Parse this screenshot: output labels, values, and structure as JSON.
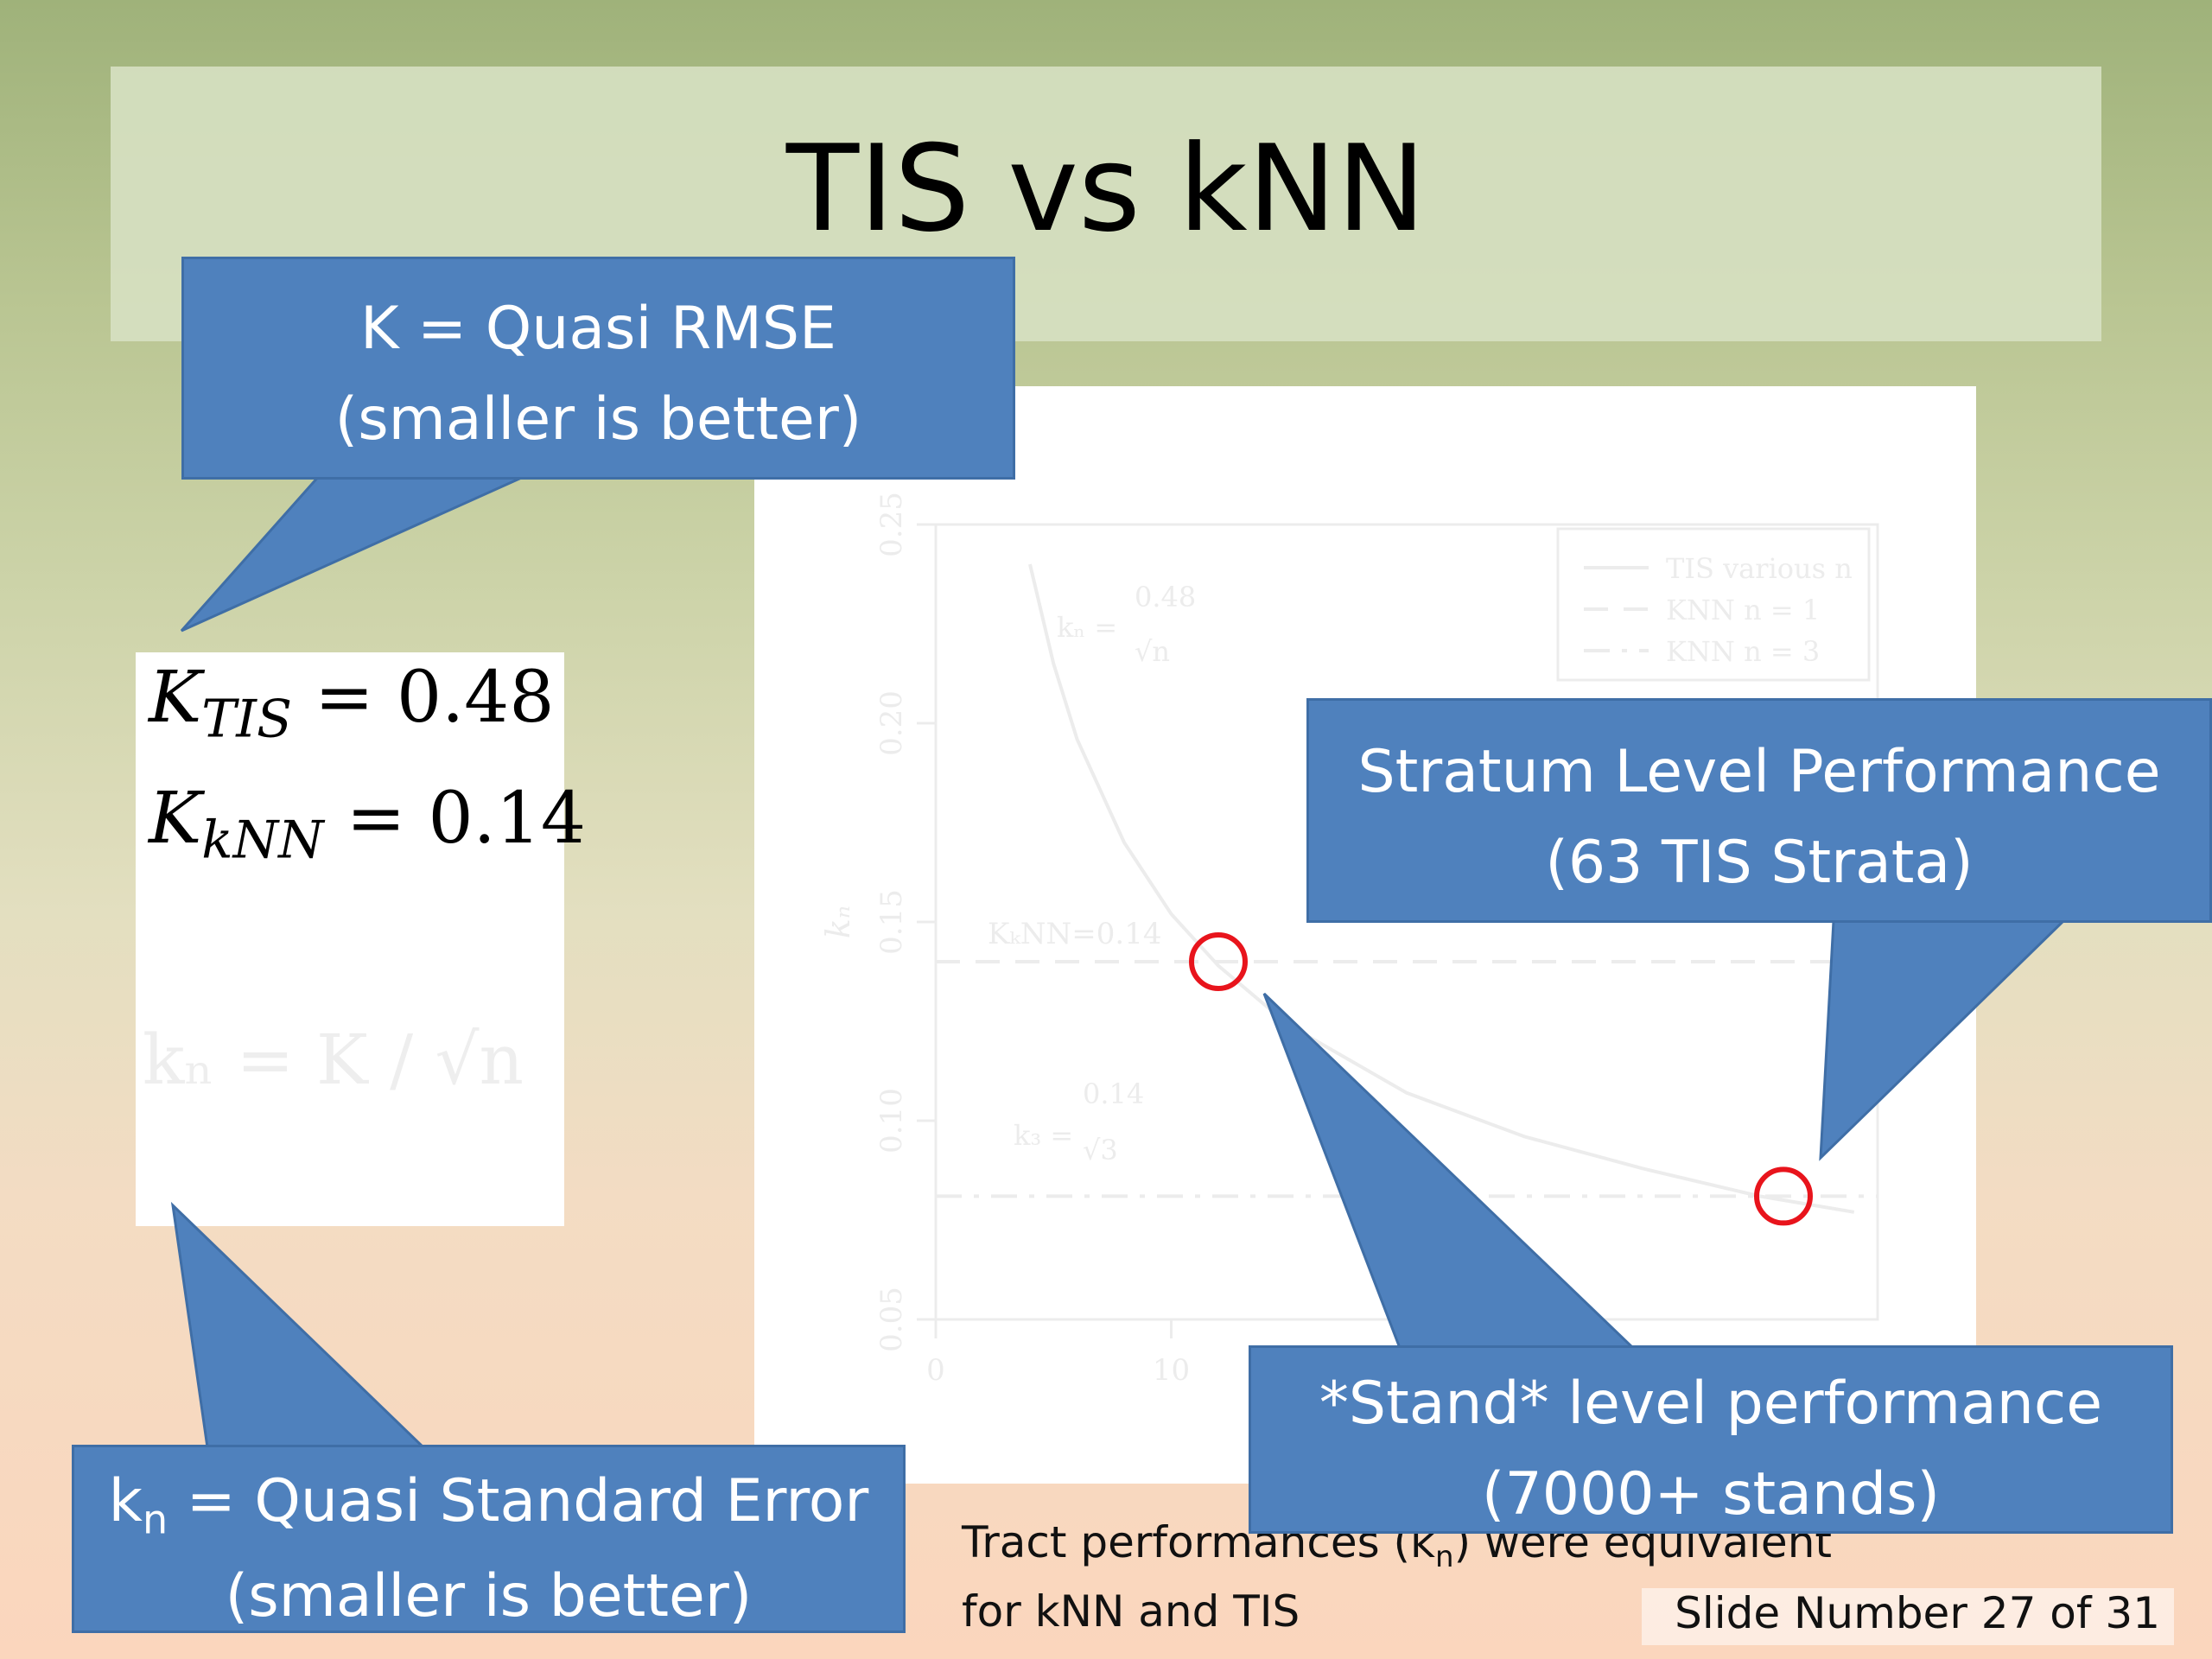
{
  "slide": {
    "title": "TIS vs kNN",
    "slide_number_text": "Slide Number 27 of 31",
    "footer_note": {
      "line1_prefix": "Tract performances (k",
      "line1_sub": "n",
      "line1_suffix": ") were equivalent",
      "line2": "for kNN and TIS"
    }
  },
  "formulas": {
    "k_tis": {
      "symbol": "K",
      "subscript": "TIS",
      "value": "= 0.48"
    },
    "k_knn": {
      "symbol": "K",
      "subscript": "kNN",
      "value": "= 0.14"
    },
    "kn_faded": "kₙ = K / √n"
  },
  "callouts": {
    "quasi_rmse": {
      "line1": "K = Quasi RMSE",
      "line2": "(smaller is better)"
    },
    "quasi_se": {
      "line1_prefix": "k",
      "line1_sub": "n",
      "line1_suffix": " = Quasi Standard Error",
      "line2": "(smaller is better)"
    },
    "stratum": {
      "line1": "Stratum Level Performance",
      "line2": "(63 TIS Strata)"
    },
    "stand": {
      "line1": "*Stand* level performance",
      "line2": "(7000+ stands)"
    }
  },
  "colors": {
    "callout_fill": "#4f81bd",
    "callout_border": "#3f6ea6",
    "highlight_circle": "#e8141c",
    "faded_plot": "#ececec"
  },
  "chart_data": {
    "type": "line",
    "title": "",
    "xlabel": "",
    "ylabel": "kₙ",
    "xlim": [
      0,
      40
    ],
    "ylim": [
      0.05,
      0.25
    ],
    "x_ticks": [
      "0",
      "10"
    ],
    "y_ticks": [
      "0.05",
      "0.10",
      "0.15",
      "0.20",
      "0.25"
    ],
    "legend": {
      "placement": "top-right",
      "entries": [
        "TIS various n",
        "KNN n = 1",
        "KNN n = 3"
      ]
    },
    "annotations": {
      "tis_formula_left": "kₙ =",
      "tis_formula_num": "0.48",
      "tis_formula_den": "√n",
      "knn1_label": "KₖNN=0.14",
      "knn3_formula_left": "k₃ =",
      "knn3_formula_num": "0.14",
      "knn3_formula_den": "√3"
    },
    "series": [
      {
        "name": "TIS various n",
        "style": "solid",
        "x": [
          4,
          5,
          6,
          8,
          10,
          12,
          15,
          20,
          25,
          30,
          35,
          39
        ],
        "y": [
          0.24,
          0.215,
          0.196,
          0.17,
          0.152,
          0.139,
          0.124,
          0.107,
          0.096,
          0.088,
          0.081,
          0.077
        ]
      },
      {
        "name": "KNN n = 1",
        "style": "dashed",
        "x": [
          0,
          40
        ],
        "y": [
          0.14,
          0.14
        ]
      },
      {
        "name": "KNN n = 3",
        "style": "dashdot",
        "x": [
          0,
          40
        ],
        "y": [
          0.081,
          0.081
        ]
      }
    ],
    "highlights": [
      {
        "x": 12,
        "y": 0.14
      },
      {
        "x": 36,
        "y": 0.081
      }
    ]
  }
}
